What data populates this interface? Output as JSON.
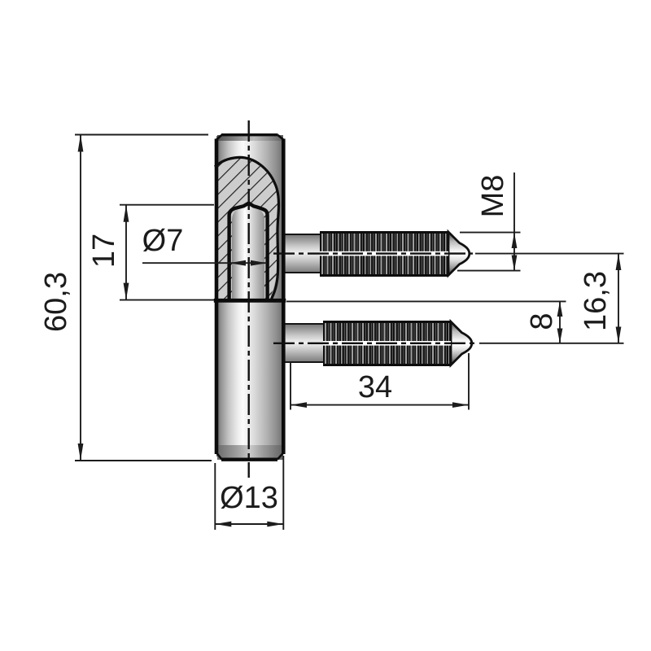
{
  "drawing": {
    "title": "drill-in hinge pin technical drawing",
    "view": "side section view with broken-out section, two threaded dowels",
    "units": "mm",
    "dimensions": {
      "overall_height": {
        "label": "60,3",
        "orientation": "vertical",
        "measures": "overall body length"
      },
      "bore_depth": {
        "label": "17",
        "orientation": "vertical",
        "measures": "pin bore depth"
      },
      "bore_diameter": {
        "label": "Ø7",
        "orientation": "horizontal",
        "measures": "pin bore diameter"
      },
      "body_diameter": {
        "label": "Ø13",
        "orientation": "horizontal",
        "measures": "body cylinder diameter"
      },
      "dowel_length": {
        "label": "34",
        "orientation": "horizontal",
        "measures": "threaded dowel protrusion length"
      },
      "thread_size": {
        "label": "M8",
        "orientation": "vertical",
        "measures": "metric thread size of dowels"
      },
      "split_to_lower_axis": {
        "label": "8",
        "orientation": "vertical",
        "measures": "split line to lower dowel axis"
      },
      "axis_spacing": {
        "label": "16,3",
        "orientation": "vertical",
        "measures": "spacing between dowel axes"
      }
    },
    "colors": {
      "background": "#ffffff",
      "line": "#1b1b1b",
      "outline": "#0c0c0c",
      "hatch_fill": "#cdcdcd",
      "hatch_line": "#3c3c3c",
      "metal_light": "#fbfbfb",
      "metal_dark": "#636363",
      "thread_dark": "#242424"
    }
  }
}
